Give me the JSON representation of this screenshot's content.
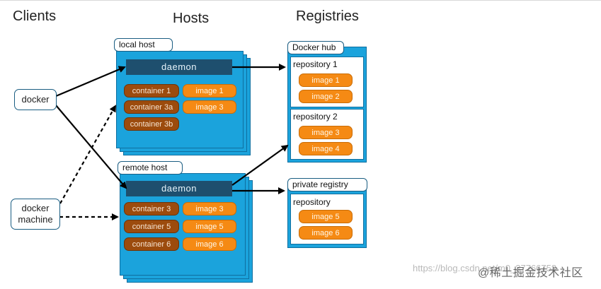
{
  "headings": {
    "clients": "Clients",
    "hosts": "Hosts",
    "registries": "Registries"
  },
  "clients": {
    "docker": "docker",
    "docker_machine": "docker\nmachine"
  },
  "hosts": {
    "local": {
      "label": "local host",
      "daemon": "daemon",
      "containers": [
        "container 1",
        "container 3a",
        "container 3b"
      ],
      "images": [
        "image 1",
        "image 3"
      ]
    },
    "remote": {
      "label": "remote host",
      "daemon": "daemon",
      "containers": [
        "container 3",
        "container 5",
        "container 6"
      ],
      "images": [
        "image 3",
        "image 5",
        "image 6"
      ]
    }
  },
  "registries": {
    "docker_hub": {
      "label": "Docker hub",
      "repos": [
        {
          "title": "repository 1",
          "images": [
            "image 1",
            "image 2"
          ]
        },
        {
          "title": "repository 2",
          "images": [
            "image 3",
            "image 4"
          ]
        }
      ]
    },
    "private": {
      "label": "private registry",
      "repos": [
        {
          "title": "repository",
          "images": [
            "image 5",
            "image 6"
          ]
        }
      ]
    }
  },
  "colors": {
    "host_fill": "#1ba3dc",
    "daemon": "#1e4f6e",
    "container": "#9c4b0d",
    "image": "#f58a14",
    "outline": "#1a5d82"
  },
  "watermark": "https://blog.csdn.net/m0_37766758",
  "badge": "@稀土掘金技术社区"
}
